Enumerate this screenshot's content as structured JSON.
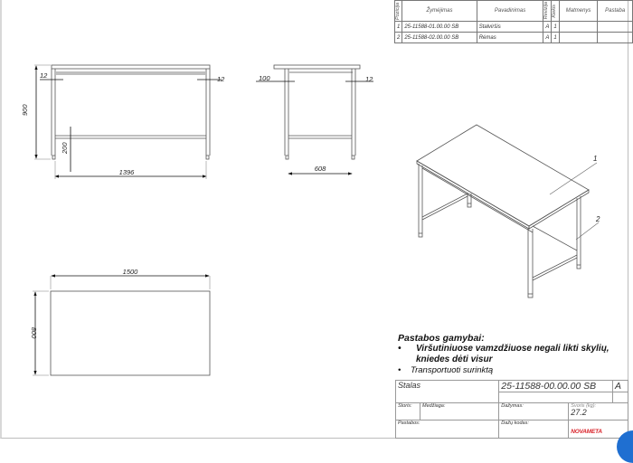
{
  "parts_table": {
    "headers": [
      "Pozicija",
      "Žymėjimas",
      "Pavadinimas",
      "Revizija",
      "Kiekis",
      "Matmenys",
      "Pastaba"
    ],
    "rows": [
      {
        "pos": "1",
        "code": "25-11588-01.00.00 SB",
        "name": "Stalviršis",
        "rev": "A",
        "qty": "1",
        "dims": "",
        "note": ""
      },
      {
        "pos": "2",
        "code": "25-11588-02.00.00 SB",
        "name": "Rėmas",
        "rev": "A",
        "qty": "1",
        "dims": "",
        "note": ""
      }
    ]
  },
  "front_view": {
    "height": "900",
    "width": "1396",
    "lower_rail": "200",
    "left_offset": "12",
    "right_offset": "12"
  },
  "side_view": {
    "left_offset": "100",
    "right_offset": "12",
    "width": "608"
  },
  "top_view": {
    "length": "1500",
    "depth": "800"
  },
  "iso_view": {
    "callouts": [
      "1",
      "2"
    ]
  },
  "notes": {
    "title": "Pastabos gamybai:",
    "items": [
      {
        "bullet": "•",
        "text": "Viršutiniuose vamzdžiuose negali likti skylių, kniedes dėti visur"
      },
      {
        "bullet": "•",
        "text": "Transportuoti surinktą"
      }
    ]
  },
  "title_block": {
    "name": "Stalas",
    "drawing_number": "25-11588-00.00.00 SB",
    "revision": "A",
    "thickness_label": "Storis:",
    "material_label": "Medžiaga:",
    "painting_label": "Dažymas:",
    "weight_label": "Svoris (kg):",
    "weight_value": "27.2",
    "remarks_label": "Pastabos:",
    "paint_code_label": "Dažų kodas:",
    "logo_text": "NOVAMETA",
    "logo_color": "#d9242b"
  }
}
